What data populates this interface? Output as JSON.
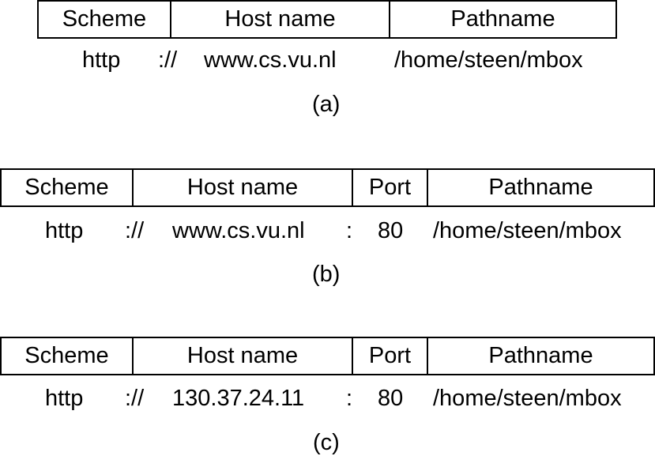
{
  "diagrams": [
    {
      "headers": [
        "Scheme",
        "Host name",
        "Pathname"
      ],
      "parts": [
        "http",
        "://",
        "www.cs.vu.nl",
        "/home/steen/mbox"
      ],
      "caption": "(a)"
    },
    {
      "headers": [
        "Scheme",
        "Host name",
        "Port",
        "Pathname"
      ],
      "parts": [
        "http",
        "://",
        "www.cs.vu.nl",
        ":",
        "80",
        "/home/steen/mbox"
      ],
      "caption": "(b)"
    },
    {
      "headers": [
        "Scheme",
        "Host name",
        "Port",
        "Pathname"
      ],
      "parts": [
        "http",
        "://",
        "130.37.24.11",
        ":",
        "80",
        "/home/steen/mbox"
      ],
      "caption": "(c)"
    }
  ]
}
